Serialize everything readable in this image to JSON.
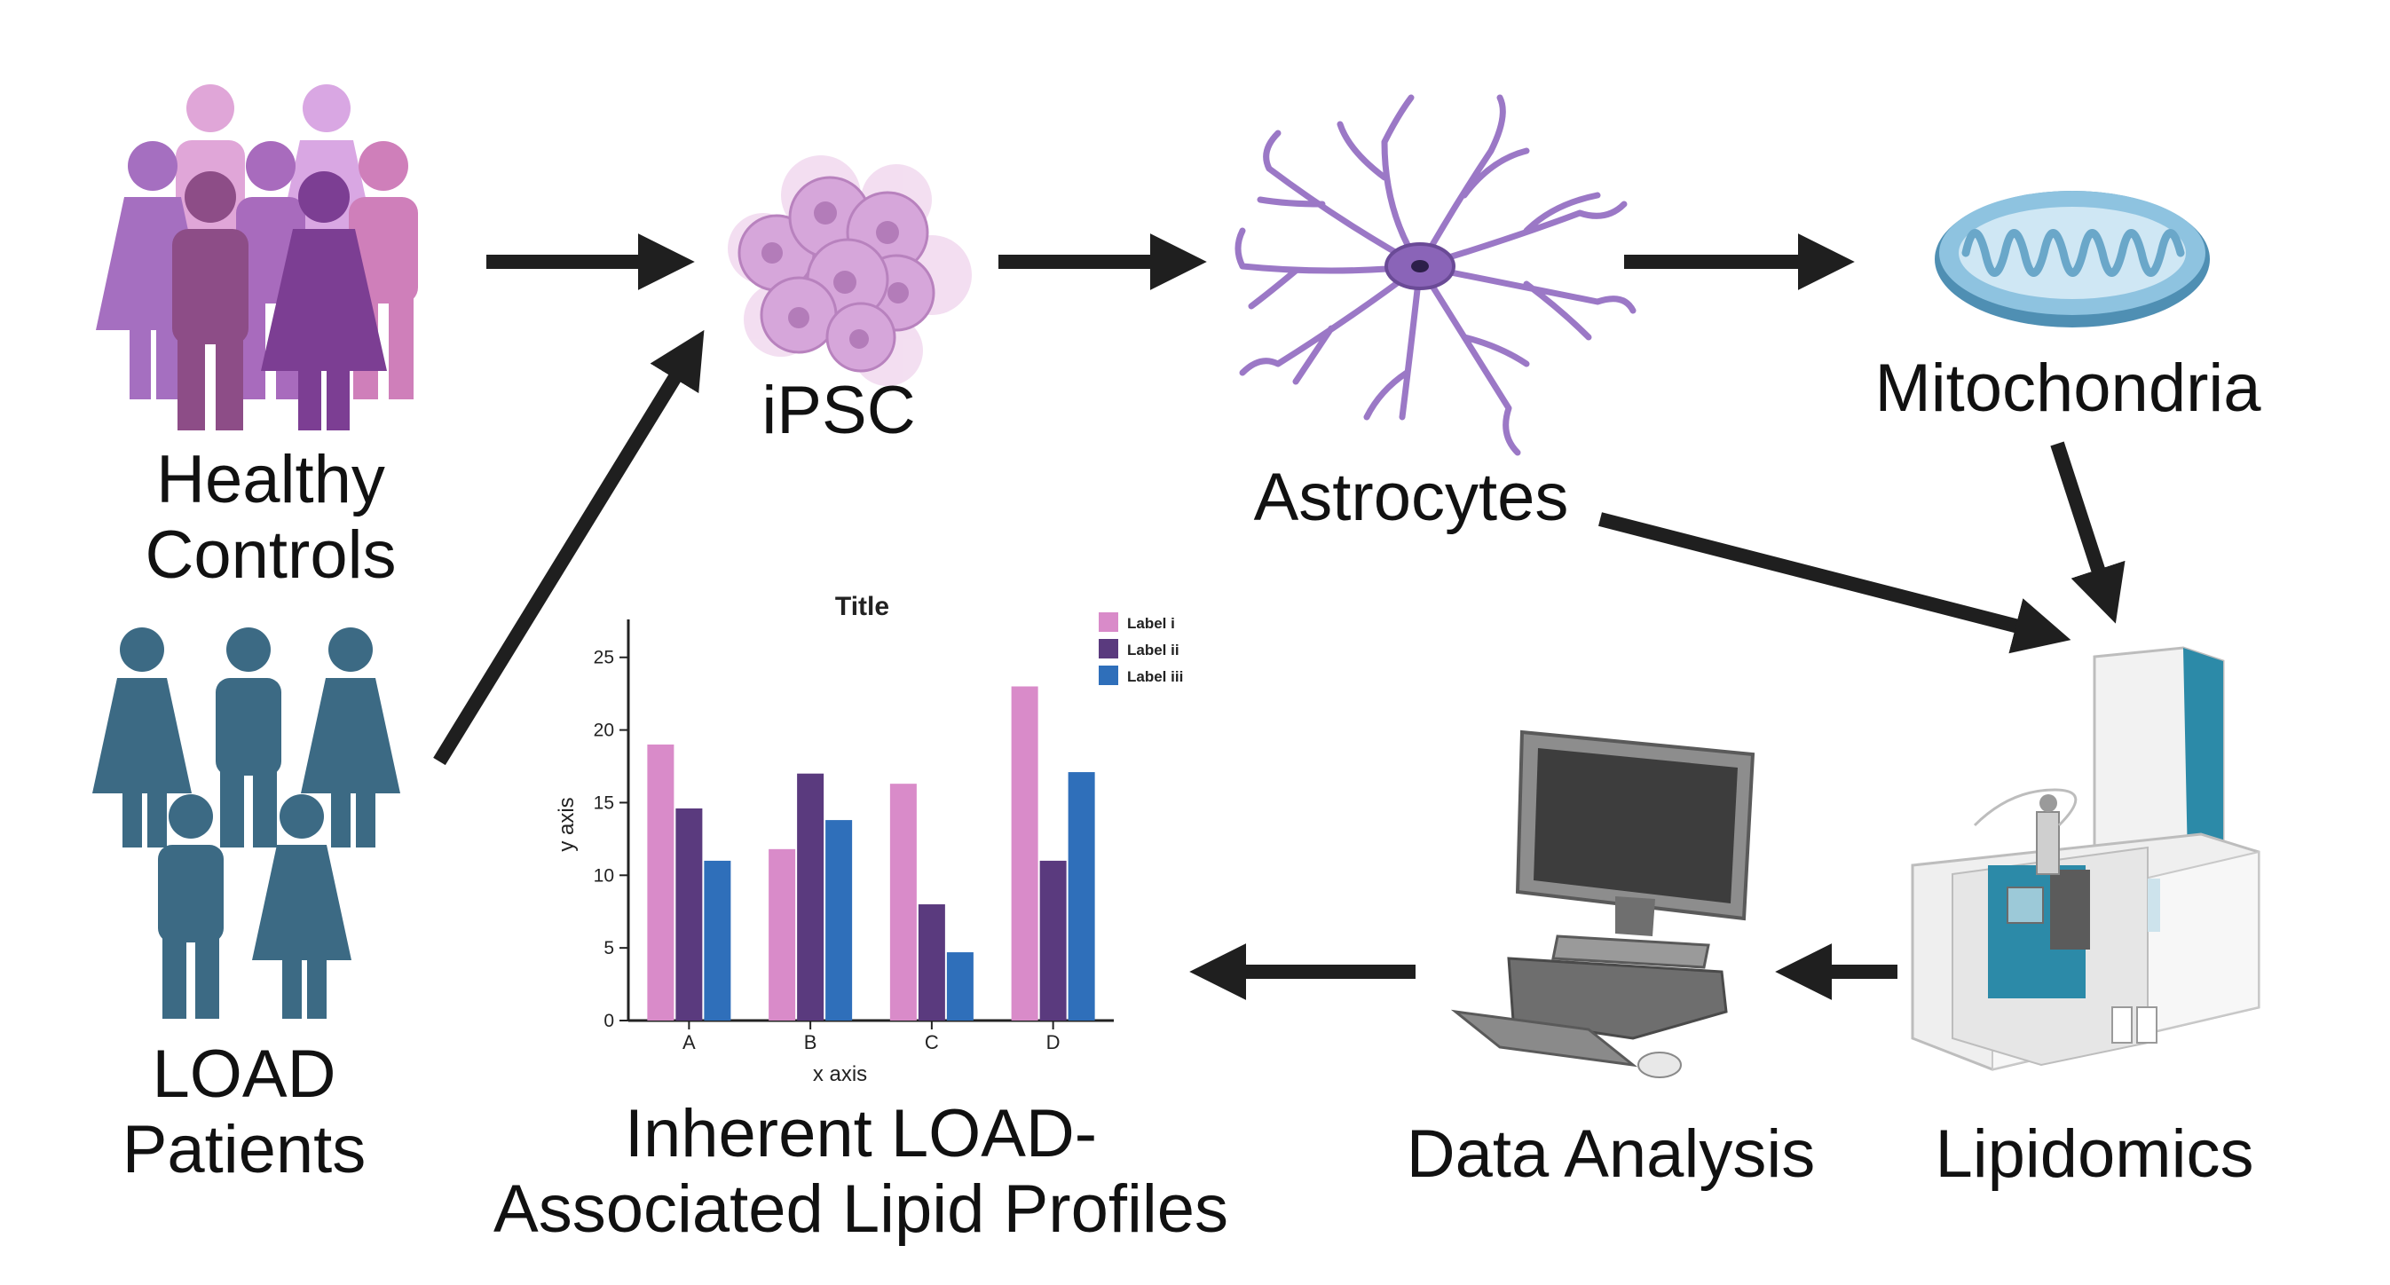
{
  "nodes": {
    "healthy_controls": [
      "Healthy",
      "Controls"
    ],
    "load_patients": [
      "LOAD",
      "Patients"
    ],
    "ipsc": "iPSC",
    "astrocytes": "Astrocytes",
    "mitochondria": "Mitochondria",
    "lipidomics": "Lipidomics",
    "data_analysis": "Data Analysis",
    "lipid_profiles": [
      "Inherent LOAD-",
      "Associated Lipid Profiles"
    ]
  },
  "colors": {
    "healthy_people": [
      "#e0a6d8",
      "#d9a7e3",
      "#a56fc0",
      "#cf7fba",
      "#c36aa6",
      "#8d4d87",
      "#7c3e93"
    ],
    "patients": "#3c6a84",
    "arrow": "#1f1f1f",
    "cell": "#d6a6da",
    "astrocyte": "#9b78c6",
    "mitochondria": "#6aa7c9",
    "instrument_accent": "#2c8aa8"
  },
  "chart_data": {
    "type": "bar",
    "title": "Title",
    "xlabel": "x axis",
    "ylabel": "y axis",
    "categories": [
      "A",
      "B",
      "C",
      "D"
    ],
    "ylim": [
      0,
      27
    ],
    "yticks": [
      0,
      5,
      10,
      15,
      20,
      25
    ],
    "legend_position": "top-right",
    "series": [
      {
        "name": "Label i",
        "color": "#d98bc9",
        "values": [
          19,
          11.8,
          16.3,
          23
        ]
      },
      {
        "name": "Label ii",
        "color": "#5a3a7e",
        "values": [
          14.6,
          17,
          8,
          11
        ]
      },
      {
        "name": "Label iii",
        "color": "#2f6fba",
        "values": [
          11,
          13.8,
          4.7,
          17.1
        ]
      }
    ]
  }
}
